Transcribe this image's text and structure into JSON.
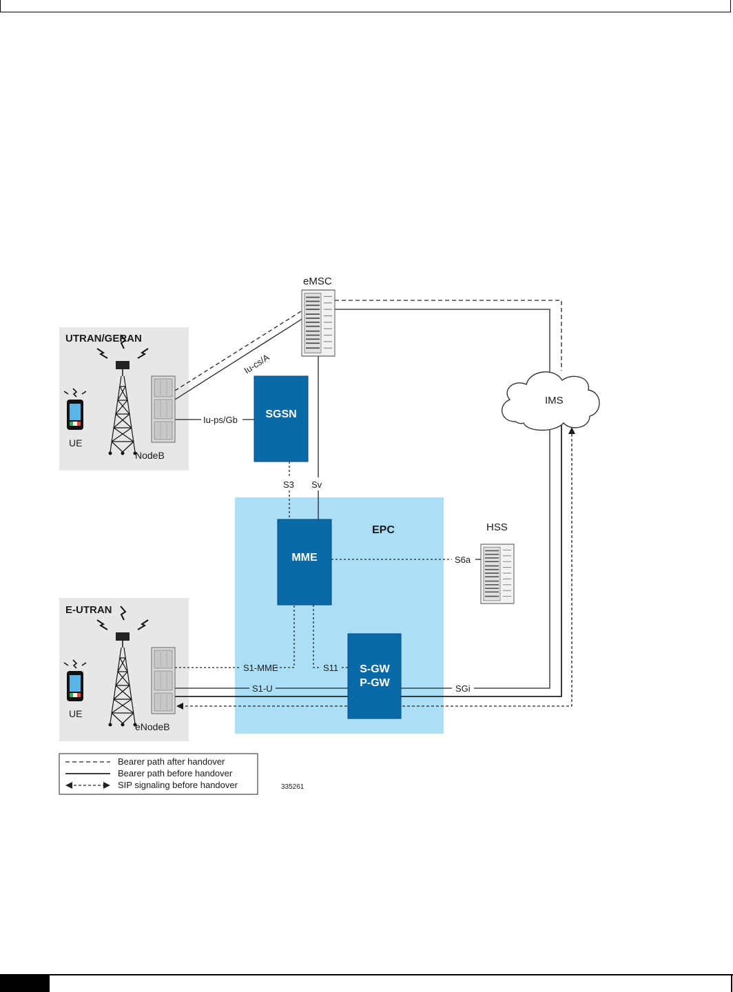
{
  "regions": {
    "utran": "UTRAN/GERAN",
    "eutran": "E-UTRAN",
    "epc": "EPC"
  },
  "nodes": {
    "emsc": "eMSC",
    "sgsn": "SGSN",
    "mme": "MME",
    "sgw": "S-GW",
    "pgw": "P-GW",
    "hss": "HSS",
    "ims": "IMS",
    "nodeb": "NodeB",
    "enodeb": "eNodeB",
    "ue_top": "UE",
    "ue_bottom": "UE"
  },
  "interfaces": {
    "iucs": "Iu-cs/A",
    "iups": "Iu-ps/Gb",
    "s3": "S3",
    "sv": "Sv",
    "s6a": "S6a",
    "s1mme": "S1-MME",
    "s11": "S11",
    "s1u": "S1-U",
    "sgi": "SGi"
  },
  "legend": {
    "dashed": "Bearer path after handover",
    "solid": "Bearer path before handover",
    "dotted": "SIP signaling before handover"
  },
  "figure_id": "335261",
  "colors": {
    "node_blue": "#0a6aa8",
    "epc_bg": "#aadff7",
    "region_bg": "#e6e7e8"
  }
}
